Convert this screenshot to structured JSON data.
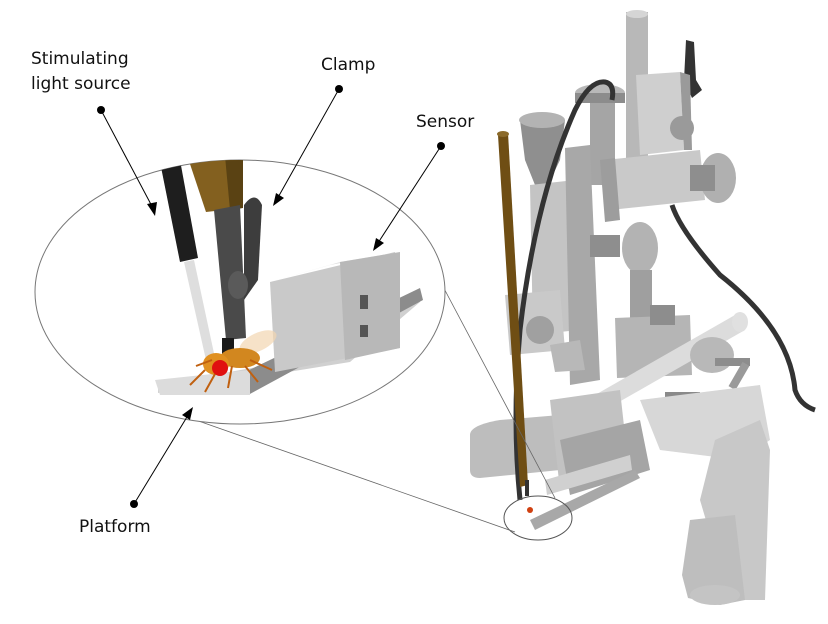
{
  "labels": {
    "light_source_line1": "Stimulating",
    "light_source_line2": "light source",
    "clamp": "Clamp",
    "sensor": "Sensor",
    "platform": "Platform"
  },
  "colors": {
    "metal_light": "#d9d9d9",
    "metal_mid": "#b3b3b3",
    "metal_dark": "#8c8c8c",
    "cable": "#333333",
    "sensor_rod": "#7a5a1e",
    "insect_eye": "#e01010",
    "insect_body": "#c87a1a"
  }
}
